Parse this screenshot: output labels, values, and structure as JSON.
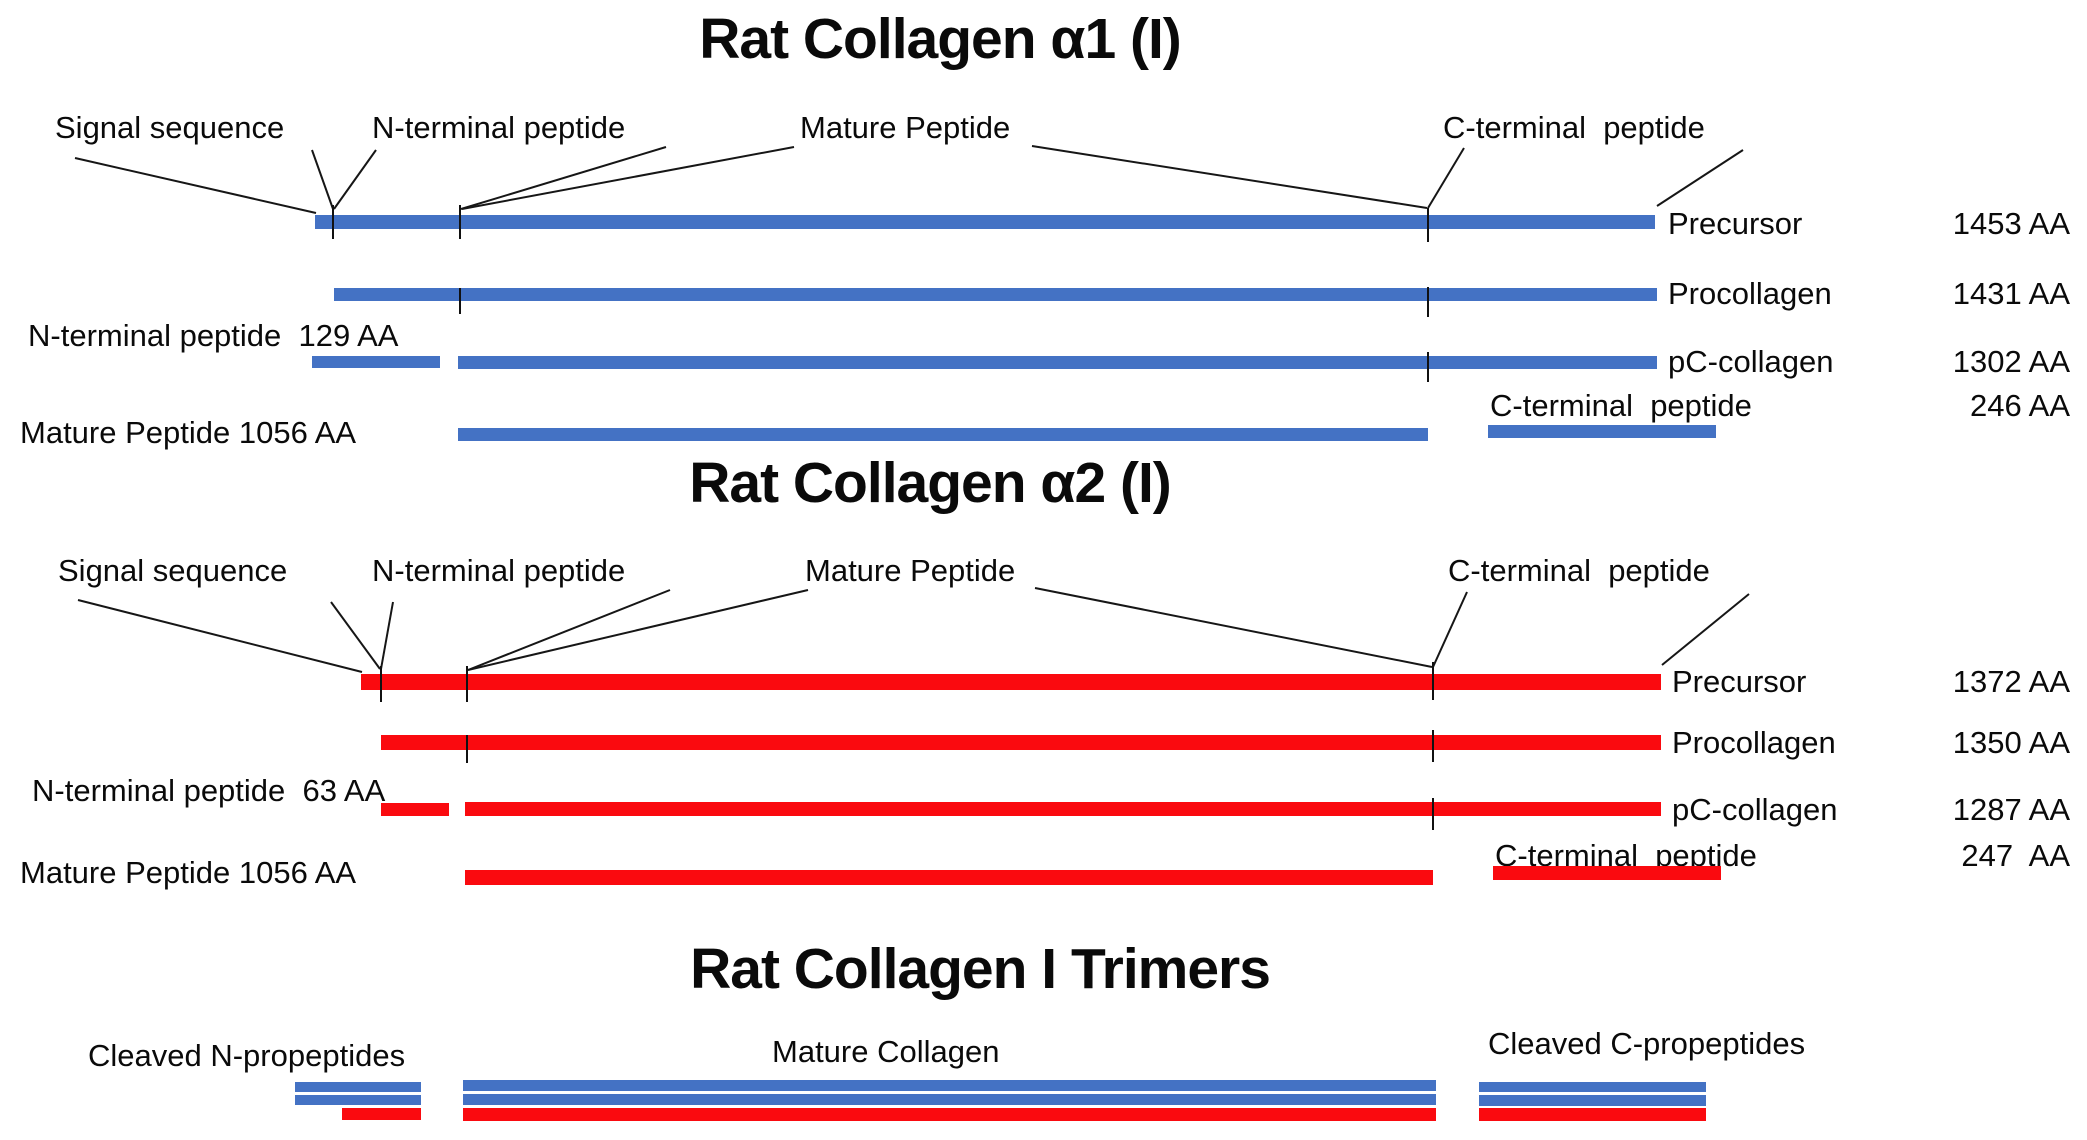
{
  "figure": {
    "colors": {
      "alpha1_bar": "#4472C4",
      "alpha2_bar": "#FA0A0F",
      "text": "#0a0a0a",
      "leader_line": "#161616"
    }
  },
  "alpha1": {
    "title": "Rat Collagen α1 (I)",
    "callouts": {
      "signal": "Signal sequence",
      "nterm": "N-terminal peptide",
      "mature": "Mature Peptide",
      "cterm": "C-terminal  peptide"
    },
    "precursor": {
      "label": "Precursor",
      "aa": "1453 AA"
    },
    "procollagen": {
      "label": "Procollagen",
      "aa": "1431 AA"
    },
    "pc_collagen": {
      "label": "pC-collagen",
      "aa": "1302 AA"
    },
    "cterm_peptide": {
      "label": "C-terminal  peptide",
      "aa": "246 AA"
    },
    "nterm_peptide_label": "N-terminal peptide  129 AA",
    "mature_peptide_label": "Mature Peptide 1056 AA"
  },
  "alpha2": {
    "title": "Rat Collagen α2 (I)",
    "callouts": {
      "signal": "Signal sequence",
      "nterm": "N-terminal peptide",
      "mature": "Mature Peptide",
      "cterm": "C-terminal  peptide"
    },
    "precursor": {
      "label": "Precursor",
      "aa": "1372 AA"
    },
    "procollagen": {
      "label": "Procollagen",
      "aa": "1350 AA"
    },
    "pc_collagen": {
      "label": "pC-collagen",
      "aa": "1287 AA"
    },
    "cterm_peptide": {
      "label": "C-terminal  peptide",
      "aa": "247  AA"
    },
    "nterm_peptide_label": "N-terminal peptide  63 AA",
    "mature_peptide_label": "Mature Peptide 1056 AA"
  },
  "trimers": {
    "title": "Rat Collagen I Trimers",
    "n_label": "Cleaved N-propeptides",
    "mature_label": "Mature Collagen",
    "c_label": "Cleaved C-propeptides"
  }
}
